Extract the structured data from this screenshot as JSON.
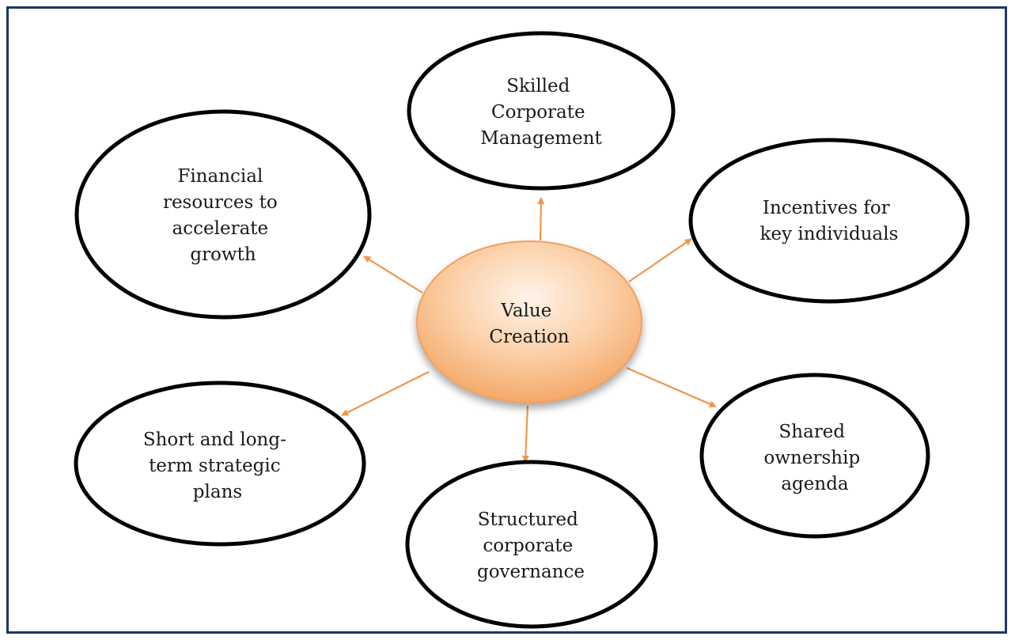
{
  "diagram": {
    "center": {
      "lines": [
        "Value",
        "Creation"
      ],
      "fill_light": "#fde4cf",
      "fill_dark": "#f5b07a",
      "stroke": "#f0a060"
    },
    "nodes": [
      {
        "id": "management",
        "lines": [
          "Skilled",
          "Corporate",
          "Management"
        ]
      },
      {
        "id": "financial",
        "lines": [
          "Financial",
          "resources to",
          "accelerate",
          "growth"
        ]
      },
      {
        "id": "incentives",
        "lines": [
          "Incentives for",
          "key individuals"
        ]
      },
      {
        "id": "plans",
        "lines": [
          "Short and long-",
          "term strategic",
          "plans"
        ]
      },
      {
        "id": "governance",
        "lines": [
          "Structured",
          "corporate",
          "governance"
        ]
      },
      {
        "id": "ownership",
        "lines": [
          "Shared",
          "ownership",
          "agenda"
        ]
      }
    ],
    "colors": {
      "node_stroke": "#000000",
      "arrow": "#f0964a",
      "frame": "#1f3864"
    }
  }
}
